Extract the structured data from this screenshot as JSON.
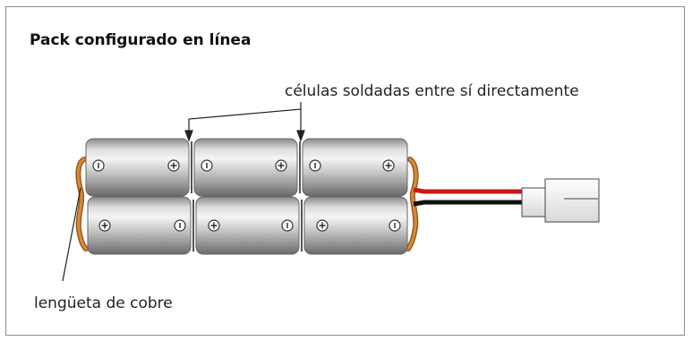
{
  "title": "Pack configurado en línea",
  "callout_label": "células soldadas entre sí directamente",
  "copper_label": "lengüeta de cobre",
  "colors": {
    "frame_border": "#8c8c8c",
    "cell_body": "#c8c8c8",
    "copper_tab": "#c87a2a",
    "wire_red": "#d42020",
    "wire_black": "#111111"
  },
  "terminal_symbols": {
    "positive": "+",
    "negative": "−"
  },
  "layout_rows": [
    {
      "name": "top-row",
      "cells": [
        "neg-pos",
        "neg-pos",
        "neg-pos"
      ]
    },
    {
      "name": "bottom-row",
      "cells": [
        "pos-neg",
        "pos-neg",
        "pos-neg"
      ]
    }
  ]
}
